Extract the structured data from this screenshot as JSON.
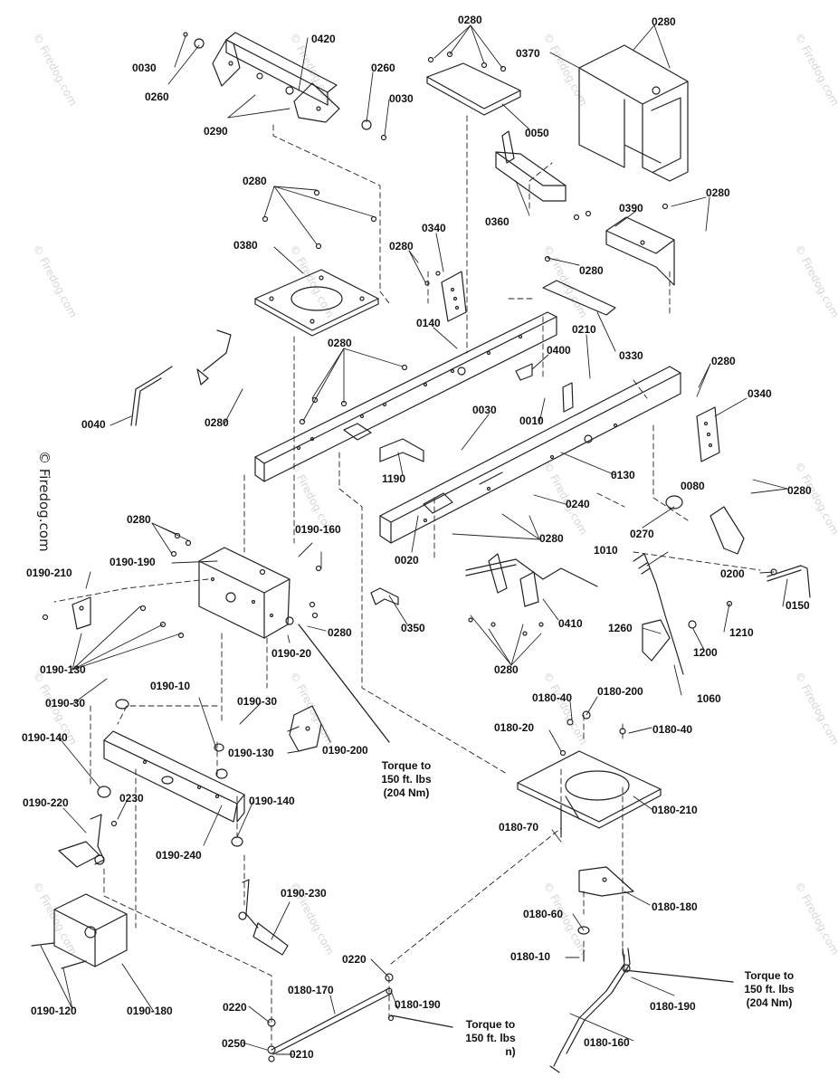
{
  "watermark": "© Firedog.com",
  "labels": {
    "l0030a": "0030",
    "l0260a": "0260",
    "l0420": "0420",
    "l0260b": "0260",
    "l0030b": "0030",
    "l0290": "0290",
    "l0280t1": "0280",
    "l0280t2": "0280",
    "l0370": "0370",
    "l0050": "0050",
    "l0360": "0360",
    "l0280a": "0280",
    "l0380": "0380",
    "l0340a": "0340",
    "l0280b": "0280",
    "l0390": "0390",
    "l0280c": "0280",
    "l0280d": "0280",
    "l0140": "0140",
    "l0210a": "0210",
    "l0330": "0330",
    "l0280e": "0280",
    "l0400": "0400",
    "l0280f": "0280",
    "l0340b": "0340",
    "l0040": "0040",
    "l0280g": "0280",
    "l0010": "0010",
    "l0030c": "0030",
    "l1190": "1190",
    "l0130": "0130",
    "l0240": "0240",
    "l0080": "0080",
    "l0280h": "0280",
    "l0020": "0020",
    "l0280i": "0280",
    "l0270": "0270",
    "l0280j": "0280",
    "l0190_160": "0190-160",
    "l0190_190": "0190-190",
    "l0190_210": "0190-210",
    "l1010": "1010",
    "l0200": "0200",
    "l0150": "0150",
    "l0280k": "0280",
    "l0190_20": "0190-20",
    "l0350": "0350",
    "l0410": "0410",
    "l1260": "1260",
    "l1210": "1210",
    "l1200": "1200",
    "l0190_130a": "0190-130",
    "l0280l": "0280",
    "l1060": "1060",
    "l0190_30a": "0190-30",
    "l0190_10": "0190-10",
    "l0190_30b": "0190-30",
    "l0180_40a": "0180-40",
    "l0180_200": "0180-200",
    "l0180_40b": "0180-40",
    "l0180_20": "0180-20",
    "l0190_140a": "0190-140",
    "l0190_130b": "0190-130",
    "l0190_200": "0190-200",
    "l0190_220": "0190-220",
    "l0230": "0230",
    "l0190_140b": "0190-140",
    "l0180_210": "0180-210",
    "l0180_70": "0180-70",
    "l0190_240": "0190-240",
    "l0180_180": "0180-180",
    "l0190_230": "0190-230",
    "l0180_60": "0180-60",
    "l0180_10": "0180-10",
    "l0220a": "0220",
    "l0180_170": "0180-170",
    "l0190_120": "0190-120",
    "l0190_180": "0190-180",
    "l0180_190a": "0180-190",
    "l0180_190b": "0180-190",
    "l0220b": "0220",
    "l0180_160": "0180-160",
    "l0250": "0250",
    "l0210b": "0210"
  },
  "notes": {
    "torque1": [
      "Torque to",
      "150 ft. lbs",
      "(204 Nm)"
    ],
    "torque2": [
      "Torque to",
      "150 ft. lbs",
      "(204 Nm)"
    ],
    "torque3": [
      "Torque to",
      "150 ft. lbs",
      "n)"
    ]
  }
}
